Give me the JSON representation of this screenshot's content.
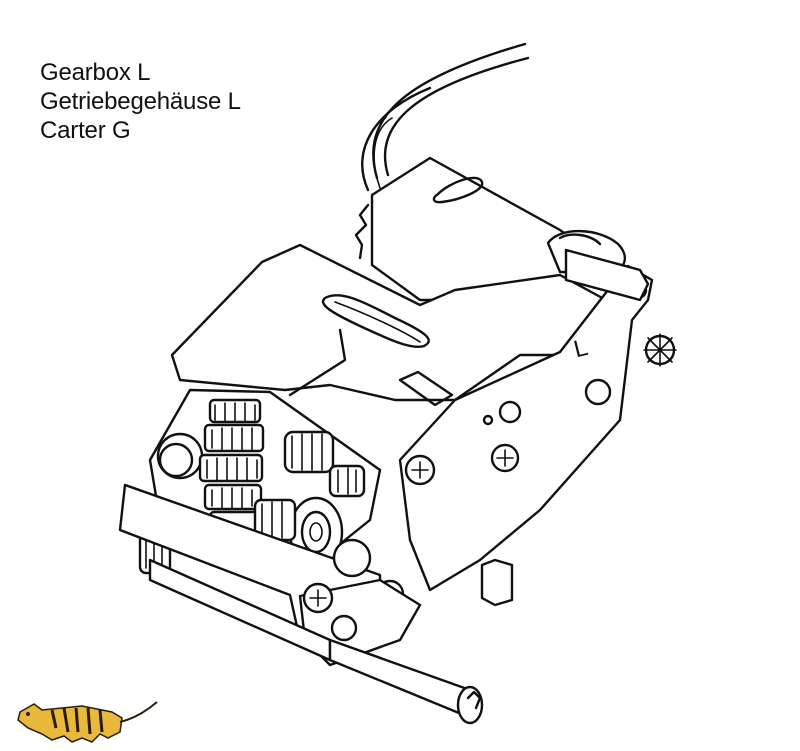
{
  "caption": {
    "line1": "Gearbox L",
    "line2": "Getriebegehäuse L",
    "line3": "Carter G"
  },
  "drawing": {
    "side_mark": "L"
  },
  "colors": {
    "line": "#111111",
    "background": "#ffffff",
    "logo_body": "#e8b93a",
    "logo_stripes": "#2a1d10"
  },
  "icons": {
    "logo": "tiger-logo-icon"
  }
}
